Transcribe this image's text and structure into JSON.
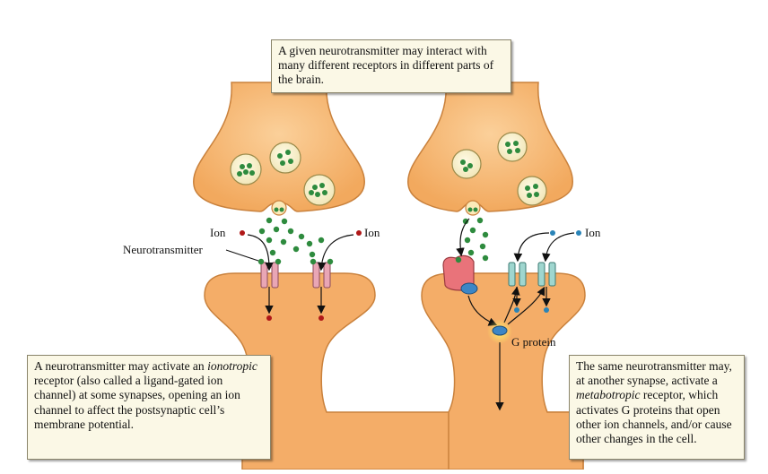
{
  "callouts": {
    "top": "A given neurotransmitter may interact with many different receptors in different parts of the brain.",
    "left": {
      "before": "A neurotransmitter may activate an ",
      "term": "ionotropic",
      "after": " receptor (also called a ligand-gated ion channel) at some synapses, opening an ion channel to affect the postsynaptic cell’s membrane potential."
    },
    "right": {
      "before": "The same neurotransmitter may, at another synapse, activate a ",
      "term": "metabotropic",
      "after": " receptor, which activates G proteins that open other ion channels, and/or cause other changes in the cell."
    }
  },
  "labels": {
    "ion_left_a": "Ion",
    "ion_left_b": "Ion",
    "ion_right": "Ion",
    "neurotransmitter": "Neurotransmitter",
    "g_protein": "G protein"
  },
  "colors": {
    "neuron_fill": "#f6b46e",
    "neuron_stroke": "#c9813c",
    "neurotransmitter": "#2e8b3e",
    "ion_red": "#b01818",
    "ion_blue": "#2a84b8",
    "ionotropic_channel": "#e9a6b5",
    "metabotropic_receptor": "#e9737a",
    "g_protein": "#3c86c6",
    "ion_channel_teal": "#9fd6cf"
  }
}
